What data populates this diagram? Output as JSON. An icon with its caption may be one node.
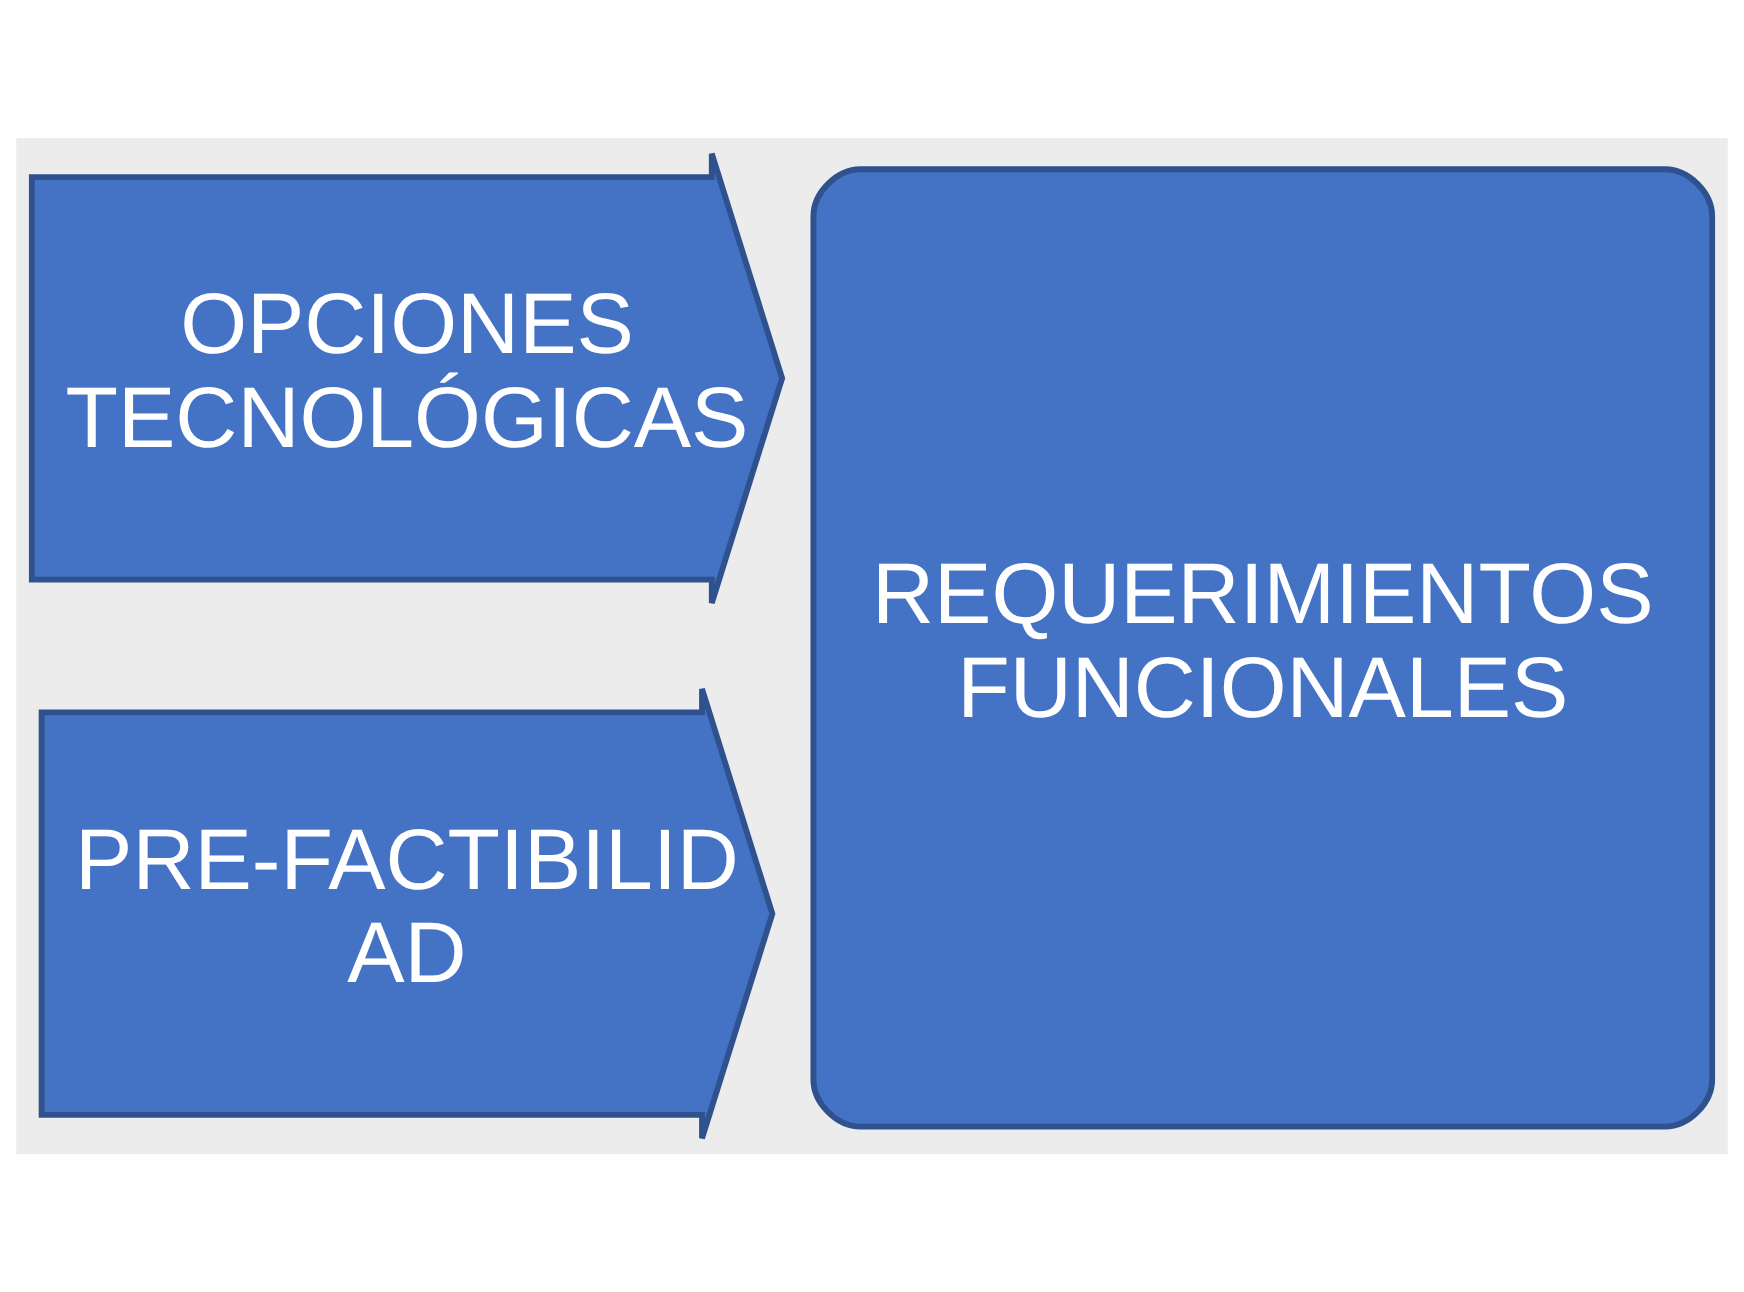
{
  "diagram": {
    "nodes": [
      {
        "text": [
          "OPCIONES TECNOLÓGICAS"
        ]
      },
      {
        "text": [
          "PRE-FACTIBILID AD"
        ]
      },
      {
        "text": [
          "REQUERIMIENTOS FUNCIONALES"
        ]
      }
    ]
  }
}
